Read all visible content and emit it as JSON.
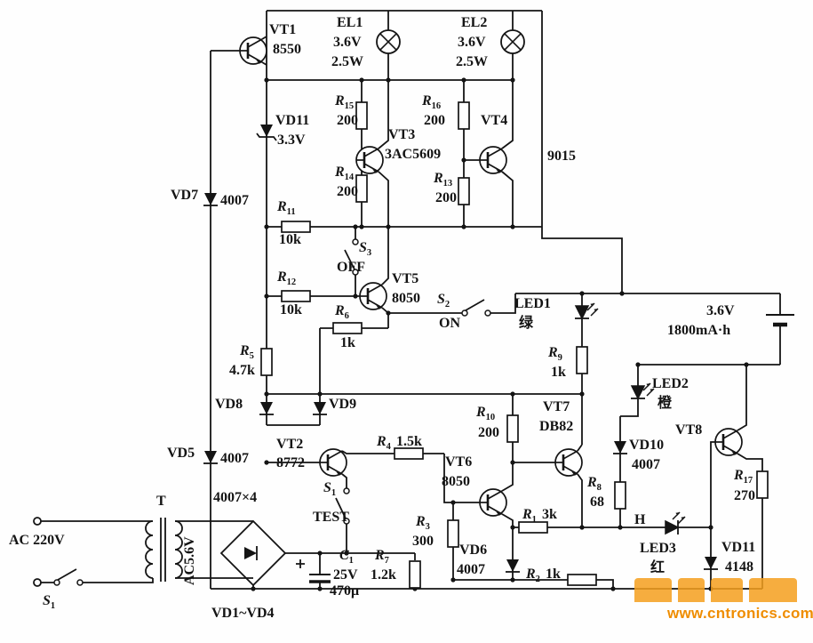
{
  "watermark": {
    "text": "www.cntronics.com"
  },
  "components": {
    "vt1": {
      "name": "VT1",
      "value": "8550"
    },
    "el1": {
      "name": "EL1",
      "voltage": "3.6V",
      "power": "2.5W"
    },
    "el2": {
      "name": "EL2",
      "voltage": "3.6V",
      "power": "2.5W"
    },
    "vd11_zener": {
      "name": "VD11",
      "value": "3.3V"
    },
    "r15": {
      "pre": "R",
      "sub": "15",
      "value": "200"
    },
    "r16": {
      "pre": "R",
      "sub": "16",
      "value": "200"
    },
    "r14": {
      "pre": "R",
      "sub": "14",
      "value": "200"
    },
    "r13": {
      "pre": "R",
      "sub": "13",
      "value": "200"
    },
    "vt3": {
      "name": "VT3",
      "value": "3AC5609"
    },
    "vt4": {
      "name": "VT4",
      "value": "9015"
    },
    "vd7": {
      "name": "VD7",
      "value": "4007"
    },
    "r11": {
      "pre": "R",
      "sub": "11",
      "value": "10k"
    },
    "s3": {
      "pre": "S",
      "sub": "3",
      "state": "OFF"
    },
    "r12": {
      "pre": "R",
      "sub": "12",
      "value": "10k"
    },
    "vt5": {
      "name": "VT5",
      "value": "8050"
    },
    "s2": {
      "pre": "S",
      "sub": "2",
      "state": "ON"
    },
    "r6": {
      "pre": "R",
      "sub": "6",
      "value": "1k"
    },
    "led1": {
      "name": "LED1",
      "color_label": "绿"
    },
    "battery": {
      "voltage": "3.6V",
      "capacity": "1800mA·h"
    },
    "r9": {
      "pre": "R",
      "sub": "9",
      "value": "1k"
    },
    "r5": {
      "pre": "R",
      "sub": "5",
      "value": "4.7k"
    },
    "vd8": {
      "name": "VD8"
    },
    "vd9": {
      "name": "VD9"
    },
    "led2": {
      "name": "LED2",
      "color_label": "橙"
    },
    "r10": {
      "pre": "R",
      "sub": "10",
      "value": "200"
    },
    "vt7": {
      "name": "VT7",
      "value": "DB82"
    },
    "vd10": {
      "name": "VD10",
      "value": "4007"
    },
    "vt8": {
      "name": "VT8"
    },
    "vd5": {
      "name": "VD5",
      "value": "4007"
    },
    "vt2": {
      "name": "VT2",
      "value": "8772"
    },
    "r4": {
      "pre": "R",
      "sub": "4",
      "value": "1.5k"
    },
    "vt6": {
      "name": "VT6",
      "value": "8050"
    },
    "r8": {
      "pre": "R",
      "sub": "8",
      "value": "68"
    },
    "r17": {
      "pre": "R",
      "sub": "17",
      "value": "270"
    },
    "s1_test": {
      "pre": "S",
      "sub": "1",
      "state": "TEST"
    },
    "r3": {
      "pre": "R",
      "sub": "3",
      "value": "300"
    },
    "vd6": {
      "name": "VD6",
      "value": "4007"
    },
    "r1": {
      "pre": "R",
      "sub": "1",
      "value": "3k"
    },
    "r2": {
      "pre": "R",
      "sub": "2",
      "value": "1k"
    },
    "h": {
      "name": "H"
    },
    "led3": {
      "name": "LED3",
      "color_label": "红"
    },
    "vd11_switch": {
      "name": "VD11",
      "value": "4148"
    },
    "transformer": {
      "name": "T",
      "secondary_voltage": "AC5.6V"
    },
    "ac_source": {
      "label": "AC 220V"
    },
    "s1_main": {
      "pre": "S",
      "sub": "1"
    },
    "bridge": {
      "value": "4007×4",
      "designators": "VD1~VD4"
    },
    "c1": {
      "pre": "C",
      "sub": "1",
      "voltage": "25V",
      "value": "470μ"
    },
    "r7": {
      "pre": "R",
      "sub": "7",
      "value": "1.2k"
    }
  }
}
